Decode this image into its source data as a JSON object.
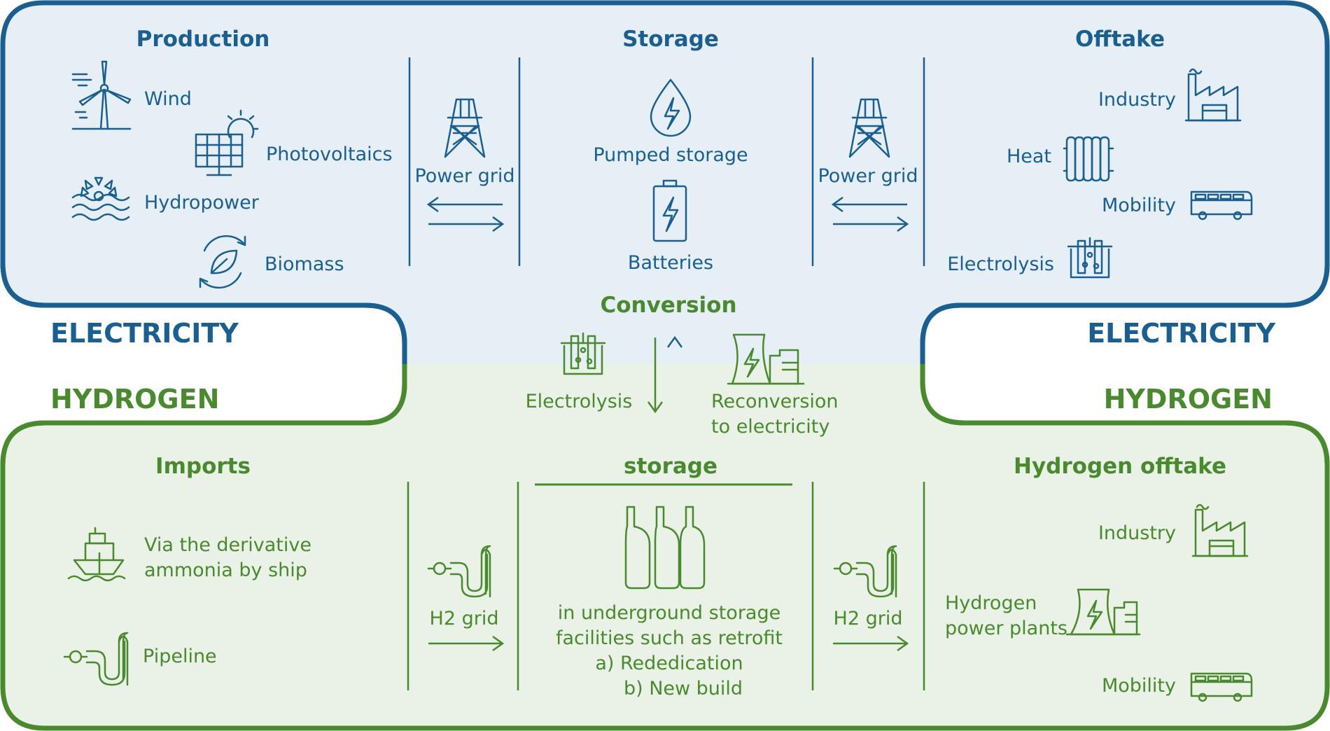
{
  "colors": {
    "electricity": "#1a5f90",
    "hydrogen": "#4a8a2e",
    "electricity_fill": "#e6eef6",
    "hydrogen_fill": "#eaf1e6"
  },
  "electricity": {
    "production": {
      "title": "Production",
      "items": [
        {
          "label": "Wind",
          "icon": "wind-turbine-icon"
        },
        {
          "label": "Photovoltaics",
          "icon": "solar-panel-icon"
        },
        {
          "label": "Hydropower",
          "icon": "hydropower-icon"
        },
        {
          "label": "Biomass",
          "icon": "biomass-icon"
        }
      ]
    },
    "grid_left": {
      "label": "Power grid",
      "icon": "power-pylon-icon"
    },
    "storage": {
      "title": "Storage",
      "items": [
        {
          "label": "Pumped storage",
          "icon": "water-drop-bolt-icon"
        },
        {
          "label": "Batteries",
          "icon": "battery-icon"
        }
      ]
    },
    "grid_right": {
      "label": "Power grid",
      "icon": "power-pylon-icon"
    },
    "offtake": {
      "title": "Offtake",
      "items": [
        {
          "label": "Industry",
          "icon": "factory-icon"
        },
        {
          "label": "Heat",
          "icon": "radiator-icon"
        },
        {
          "label": "Mobility",
          "icon": "bus-icon"
        },
        {
          "label": "Electrolysis",
          "icon": "electrolysis-icon"
        }
      ]
    }
  },
  "labels": {
    "electricity_left": "ELECTRICITY",
    "hydrogen_left": "HYDROGEN",
    "electricity_right": "ELECTRICITY",
    "hydrogen_right": "HYDROGEN"
  },
  "conversion": {
    "title": "Conversion",
    "electrolysis": "Electrolysis",
    "reconversion_line1": "Reconversion",
    "reconversion_line2": "to electricity"
  },
  "hydrogen": {
    "imports": {
      "title": "Imports",
      "ship_line1": "Via the derivative",
      "ship_line2": "ammonia by ship",
      "pipeline": "Pipeline"
    },
    "grid_left": {
      "label": "H2 grid",
      "icon": "pipeline-valve-icon"
    },
    "storage": {
      "title": "storage",
      "lines": [
        "in underground storage",
        "facilities such as retrofit",
        "a) Rededication",
        "b) New build"
      ]
    },
    "grid_right": {
      "label": "H2 grid",
      "icon": "pipeline-valve-icon"
    },
    "offtake": {
      "title": "Hydrogen offtake",
      "industry": "Industry",
      "plants_line1": "Hydrogen",
      "plants_line2": "power plants",
      "mobility": "Mobility"
    }
  }
}
